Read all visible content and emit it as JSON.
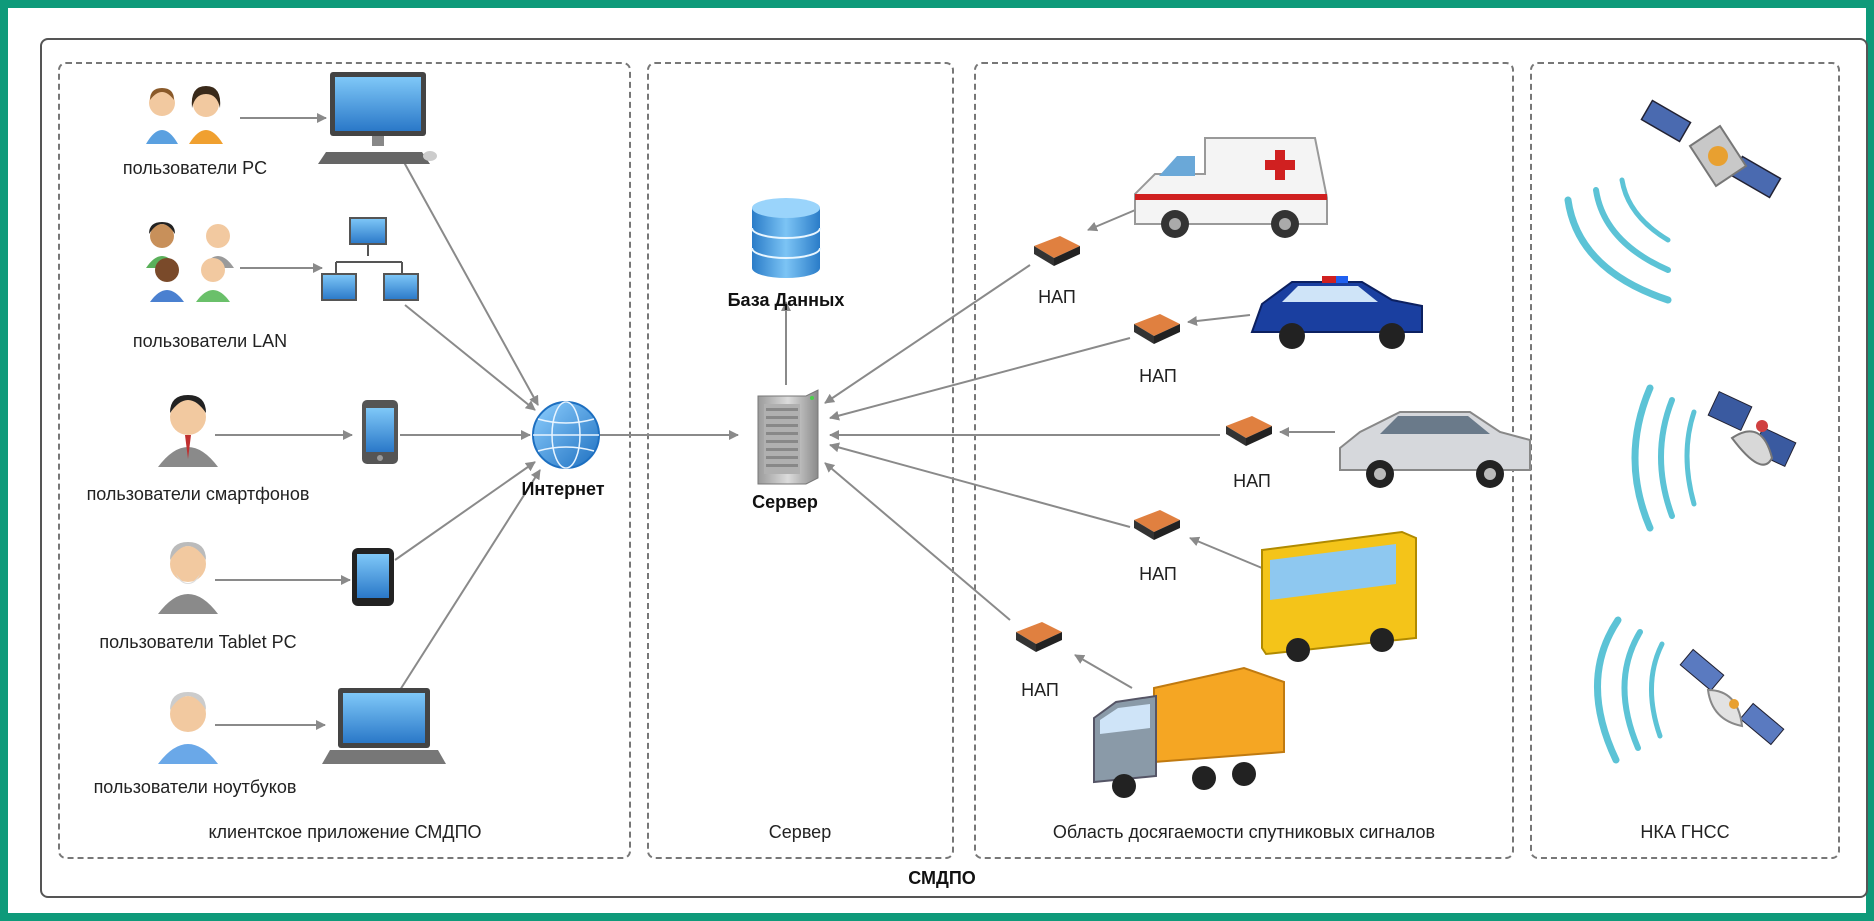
{
  "groups": {
    "clients": "клиентское приложение СМДПО",
    "server": "Сервер",
    "signals": "Область досягаемости спутниковых сигналов",
    "gnss": "НКА ГНСС",
    "system": "СМДПО"
  },
  "users": {
    "pc": "пользователи PC",
    "lan": "пользователи LAN",
    "smartphone": "пользователи смартфонов",
    "tablet": "пользователи Tablet PC",
    "laptop": "пользователи ноутбуков"
  },
  "nodes": {
    "internet": "Интернет",
    "server": "Сервер",
    "database": "База Данных",
    "nap": "НАП"
  },
  "colors": {
    "frame": "#0e9a7a",
    "globe": "#3a8fd8",
    "nap": "#c9652a",
    "signal": "#5cc3d6"
  }
}
